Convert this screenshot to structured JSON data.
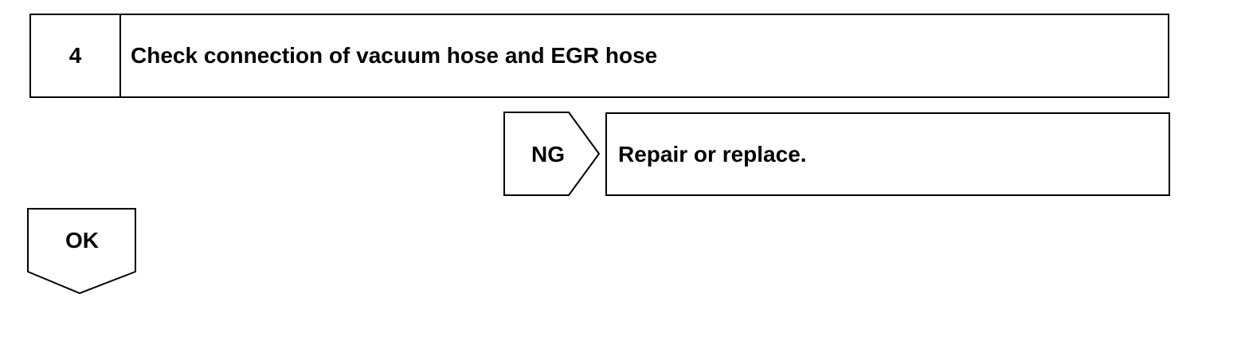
{
  "step": {
    "number": "4",
    "title": "Check connection of vacuum hose and EGR hose"
  },
  "ng_branch": {
    "label": "NG",
    "action": "Repair or replace."
  },
  "ok_branch": {
    "label": "OK"
  },
  "colors": {
    "line": "#000000",
    "background": "#ffffff"
  }
}
